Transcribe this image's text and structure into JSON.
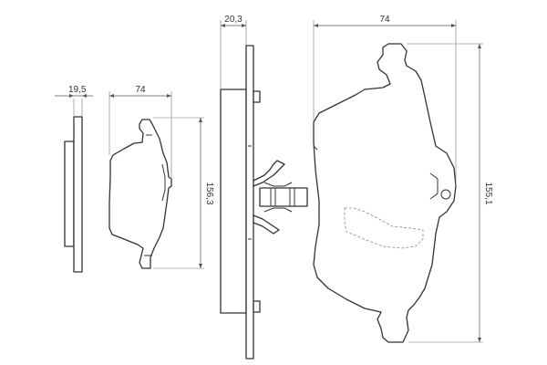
{
  "dimensions": {
    "small_pad_thickness": "19,5",
    "small_pad_width": "74",
    "small_pad_height": "156,3",
    "large_pad_thickness": "20,3",
    "large_pad_width": "74",
    "large_pad_height": "155,1"
  }
}
